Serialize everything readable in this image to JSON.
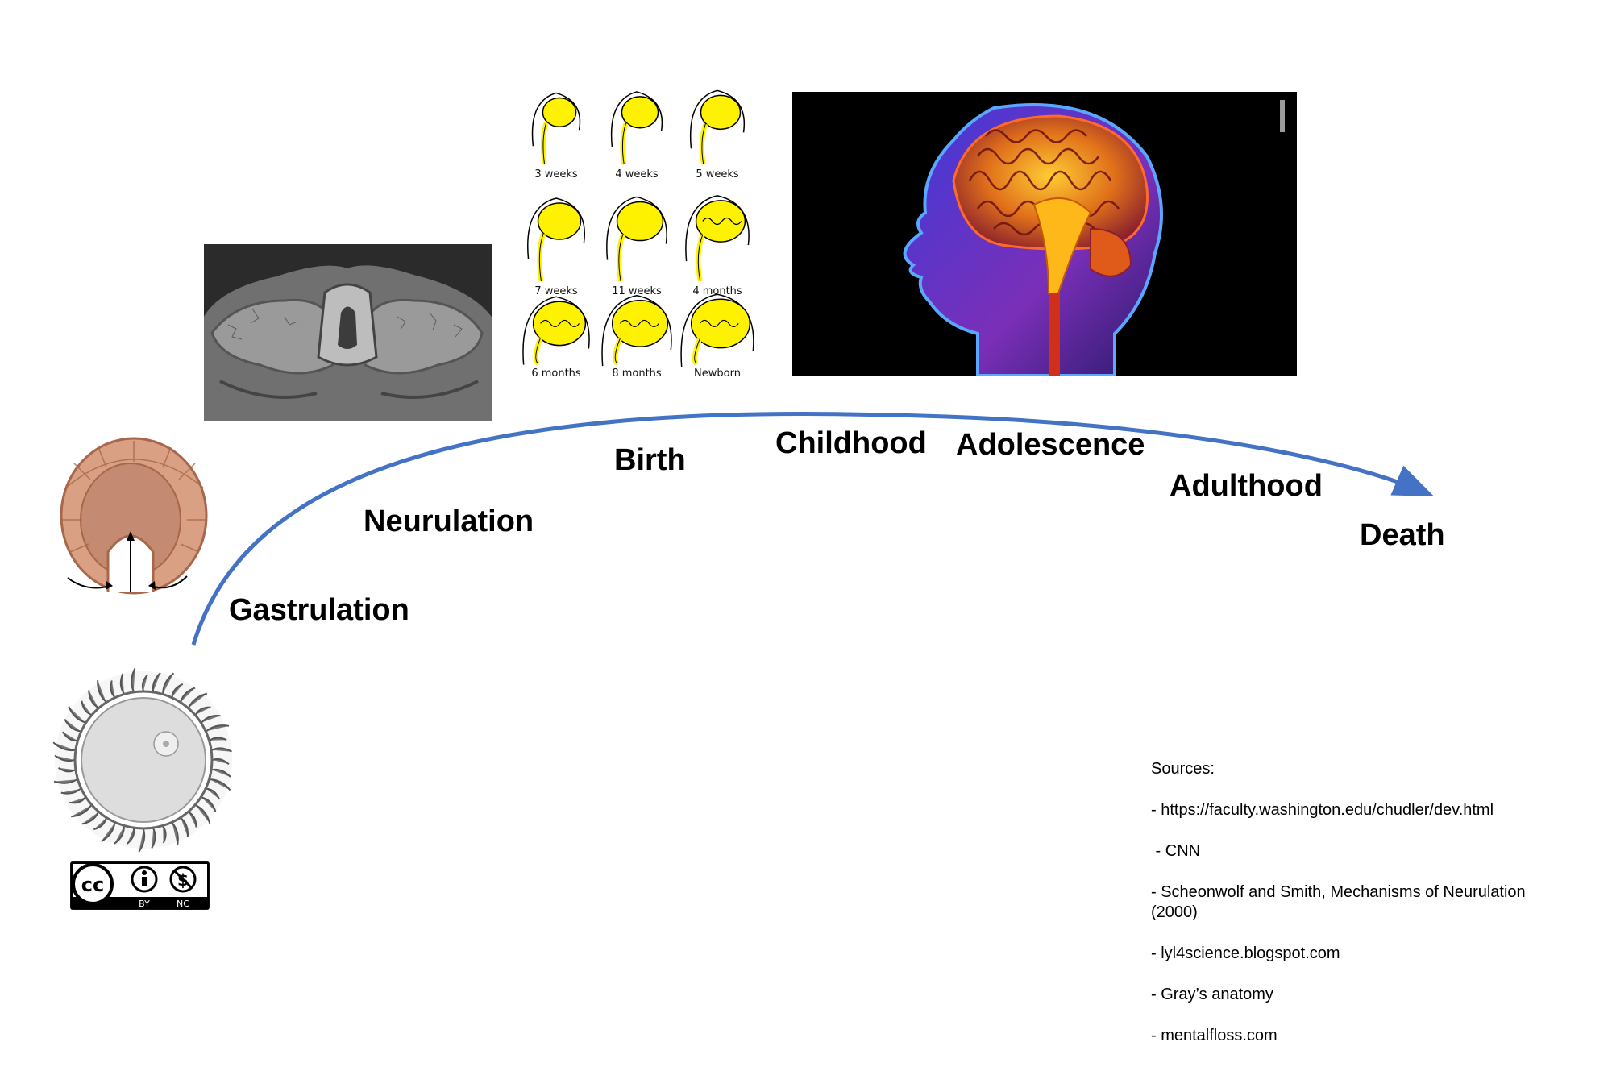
{
  "stages": {
    "gastrulation": "Gastrulation",
    "neurulation": "Neurulation",
    "birth": "Birth",
    "childhood": "Childhood",
    "adolescence": "Adolescence",
    "adulthood": "Adulthood",
    "death": "Death"
  },
  "embryo_panels": [
    {
      "label": "3 weeks"
    },
    {
      "label": "4 weeks"
    },
    {
      "label": "5 weeks"
    },
    {
      "label": "7 weeks"
    },
    {
      "label": "11 weeks"
    },
    {
      "label": "4 months"
    },
    {
      "label": "6 months"
    },
    {
      "label": "8 months"
    },
    {
      "label": "Newborn"
    }
  ],
  "sources": {
    "heading": "Sources:",
    "items": [
      "- https://faculty.washington.edu/chudler/dev.html",
      " - CNN",
      "- Scheonwolf and Smith, Mechanisms of Neurulation (2000)",
      "- lyl4science.blogspot.com",
      "- Gray’s anatomy",
      "- mentalfloss.com"
    ]
  },
  "license": {
    "by": "BY",
    "nc": "NC",
    "cc": "cc"
  },
  "colors": {
    "arc": "#4472C4",
    "brain_yellow": "#FFF200",
    "mri_bg": "#000000"
  }
}
